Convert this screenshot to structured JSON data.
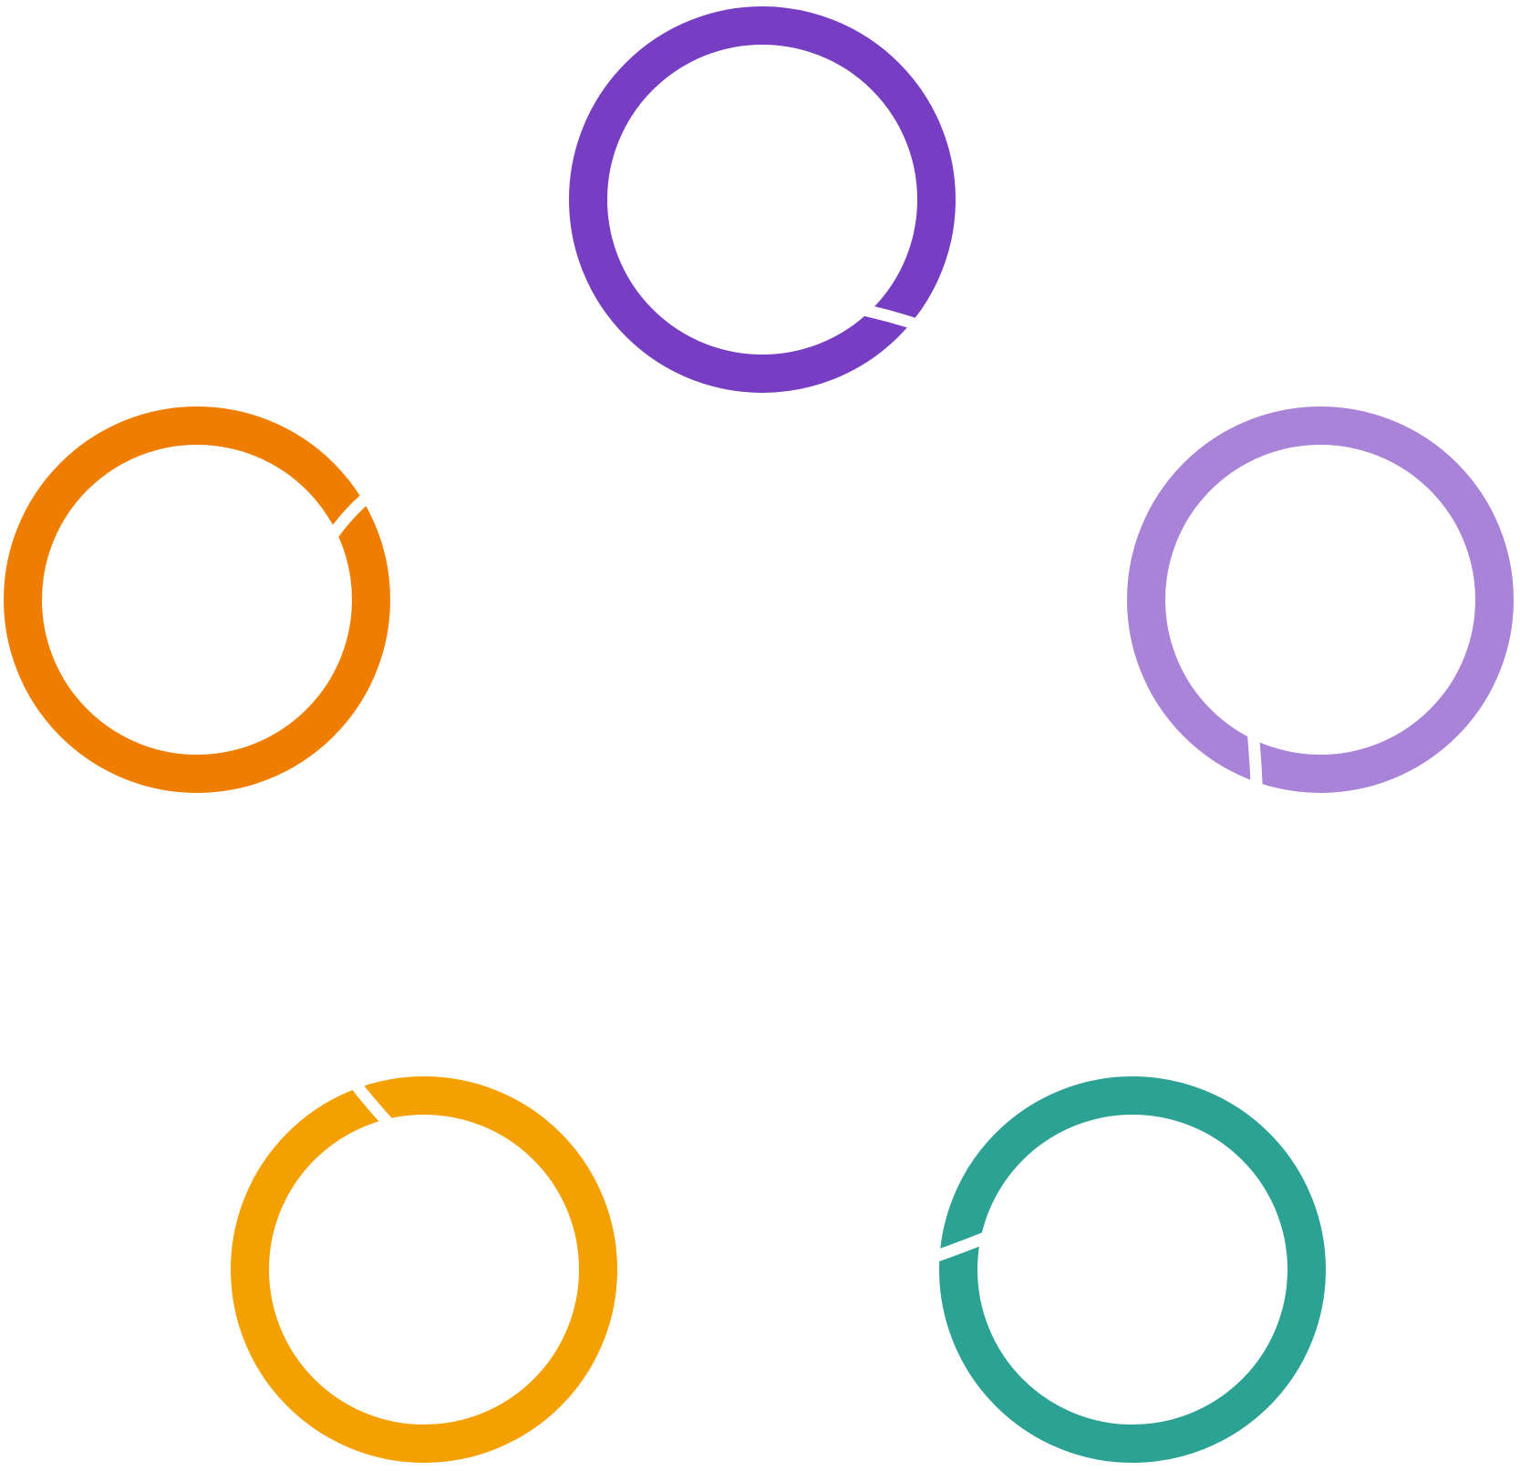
{
  "diagram": {
    "rings": [
      {
        "id": "top",
        "color": "#773DC2"
      },
      {
        "id": "right",
        "color": "#A983D8"
      },
      {
        "id": "bottom-right",
        "color": "#2BA293"
      },
      {
        "id": "bottom-left",
        "color": "#F4A000"
      },
      {
        "id": "left",
        "color": "#EF7D00"
      }
    ],
    "background": "#FFFFFF"
  }
}
